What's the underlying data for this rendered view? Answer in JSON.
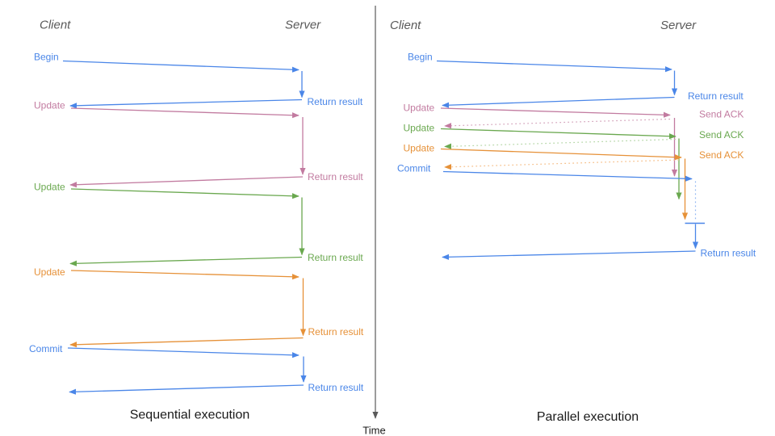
{
  "colors": {
    "blue": "#4a86e8",
    "pink": "#c27ba0",
    "green": "#6aa84f",
    "orange": "#e69138",
    "pink_light": "#d5a6bd",
    "green_light": "#b6d7a8",
    "orange_light": "#f6c08b",
    "blue_light": "#8eb4f2",
    "axis_gray": "#595959",
    "header_gray": "#595959",
    "text_black": "#1a1a1a"
  },
  "time_axis": {
    "label": "Time"
  },
  "sequential": {
    "client_header": "Client",
    "server_header": "Server",
    "caption": "Sequential execution",
    "steps": [
      {
        "request": "Begin",
        "response": "Return result"
      },
      {
        "request": "Update",
        "response": "Return result"
      },
      {
        "request": "Update",
        "response": "Return result"
      },
      {
        "request": "Update",
        "response": "Return result"
      },
      {
        "request": "Commit",
        "response": "Return result"
      }
    ]
  },
  "parallel": {
    "client_header": "Client",
    "server_header": "Server",
    "caption": "Parallel execution",
    "steps": [
      {
        "request": "Begin",
        "response": "Return result"
      },
      {
        "request": "Update",
        "response": "Send ACK"
      },
      {
        "request": "Update",
        "response": "Send ACK"
      },
      {
        "request": "Update",
        "response": "Send ACK"
      },
      {
        "request": "Commit",
        "response": "Return result"
      }
    ]
  }
}
